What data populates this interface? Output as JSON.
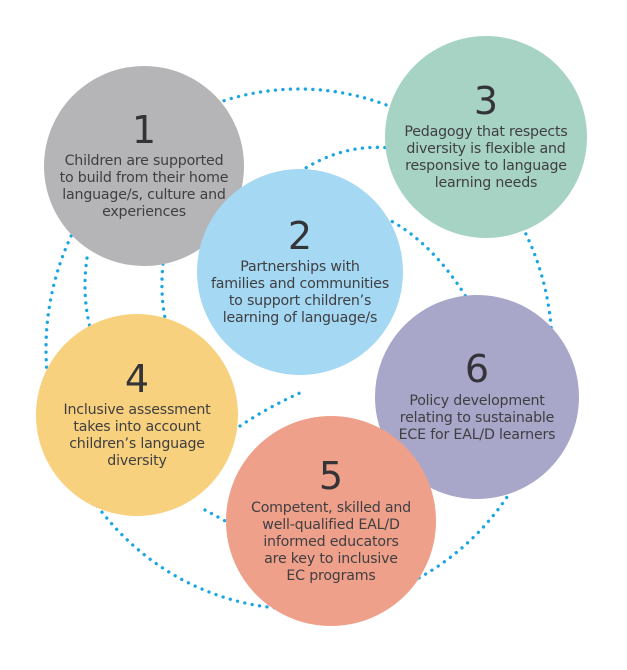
{
  "diagram": {
    "description": "Six numbered principles for supporting EAL/D learners in early childhood education, shown as coloured circles linked by dotted rings",
    "dot_color": "#1ba6e3",
    "text_color": "#3f3e41",
    "number_color": "#343337",
    "nodes": [
      {
        "number": "1",
        "text": "Children are supported\nto build from their home\nlanguage/s, culture and\nexperiences",
        "color": "#b5b4b6"
      },
      {
        "number": "2",
        "text": "Partnerships with\nfamilies and communities\nto support children’s\nlearning of language/s",
        "color": "#a5d8f3"
      },
      {
        "number": "3",
        "text": "Pedagogy that respects\ndiversity is flexible and\nresponsive to language\nlearning needs",
        "color": "#a7d3c5"
      },
      {
        "number": "4",
        "text": "Inclusive assessment\ntakes into account\nchildren’s language\ndiversity",
        "color": "#f8d17e"
      },
      {
        "number": "5",
        "text": "Competent, skilled and\nwell-qualified EAL/D\ninformed educators\nare key to inclusive\nEC programs",
        "color": "#efa08a"
      },
      {
        "number": "6",
        "text": "Policy development\nrelating to sustainable\nECE for EAL/D learners",
        "color": "#a8a6c9"
      }
    ]
  }
}
